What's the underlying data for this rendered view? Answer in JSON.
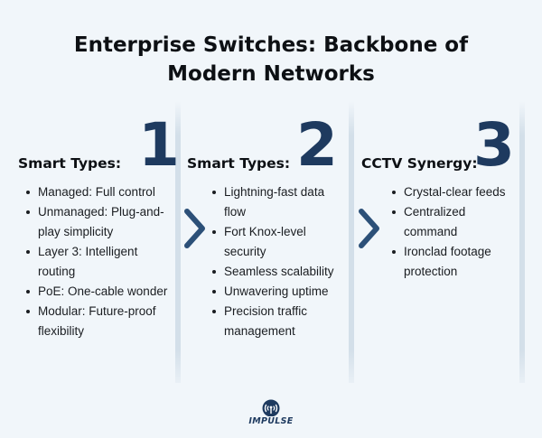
{
  "title": {
    "line1": "Enterprise Switches: Backbone of",
    "line2": "Modern Networks"
  },
  "columns": [
    {
      "number": "1",
      "heading": "Smart Types:",
      "items": [
        "Managed: Full control",
        "Unmanaged: Plug-and-play simplicity",
        "Layer 3: Intelligent routing",
        "PoE: One-cable wonder",
        "Modular: Future-proof flexibility"
      ]
    },
    {
      "number": "2",
      "heading": "Smart Types:",
      "items": [
        " Lightning-fast data flow",
        "Fort Knox-level security",
        "Seamless scalability",
        "Unwavering uptime",
        "Precision traffic management"
      ]
    },
    {
      "number": "3",
      "heading": "CCTV Synergy:",
      "items": [
        "Crystal-clear feeds",
        "Centralized command",
        "Ironclad footage protection"
      ]
    }
  ],
  "brand": {
    "name": "IMPULSE",
    "icon": "signal-broadcast-icon"
  },
  "colors": {
    "background": "#f1f6fa",
    "accent": "#1e3a5f",
    "divider": "#d3dfe9",
    "chevron": "#2c5078"
  }
}
